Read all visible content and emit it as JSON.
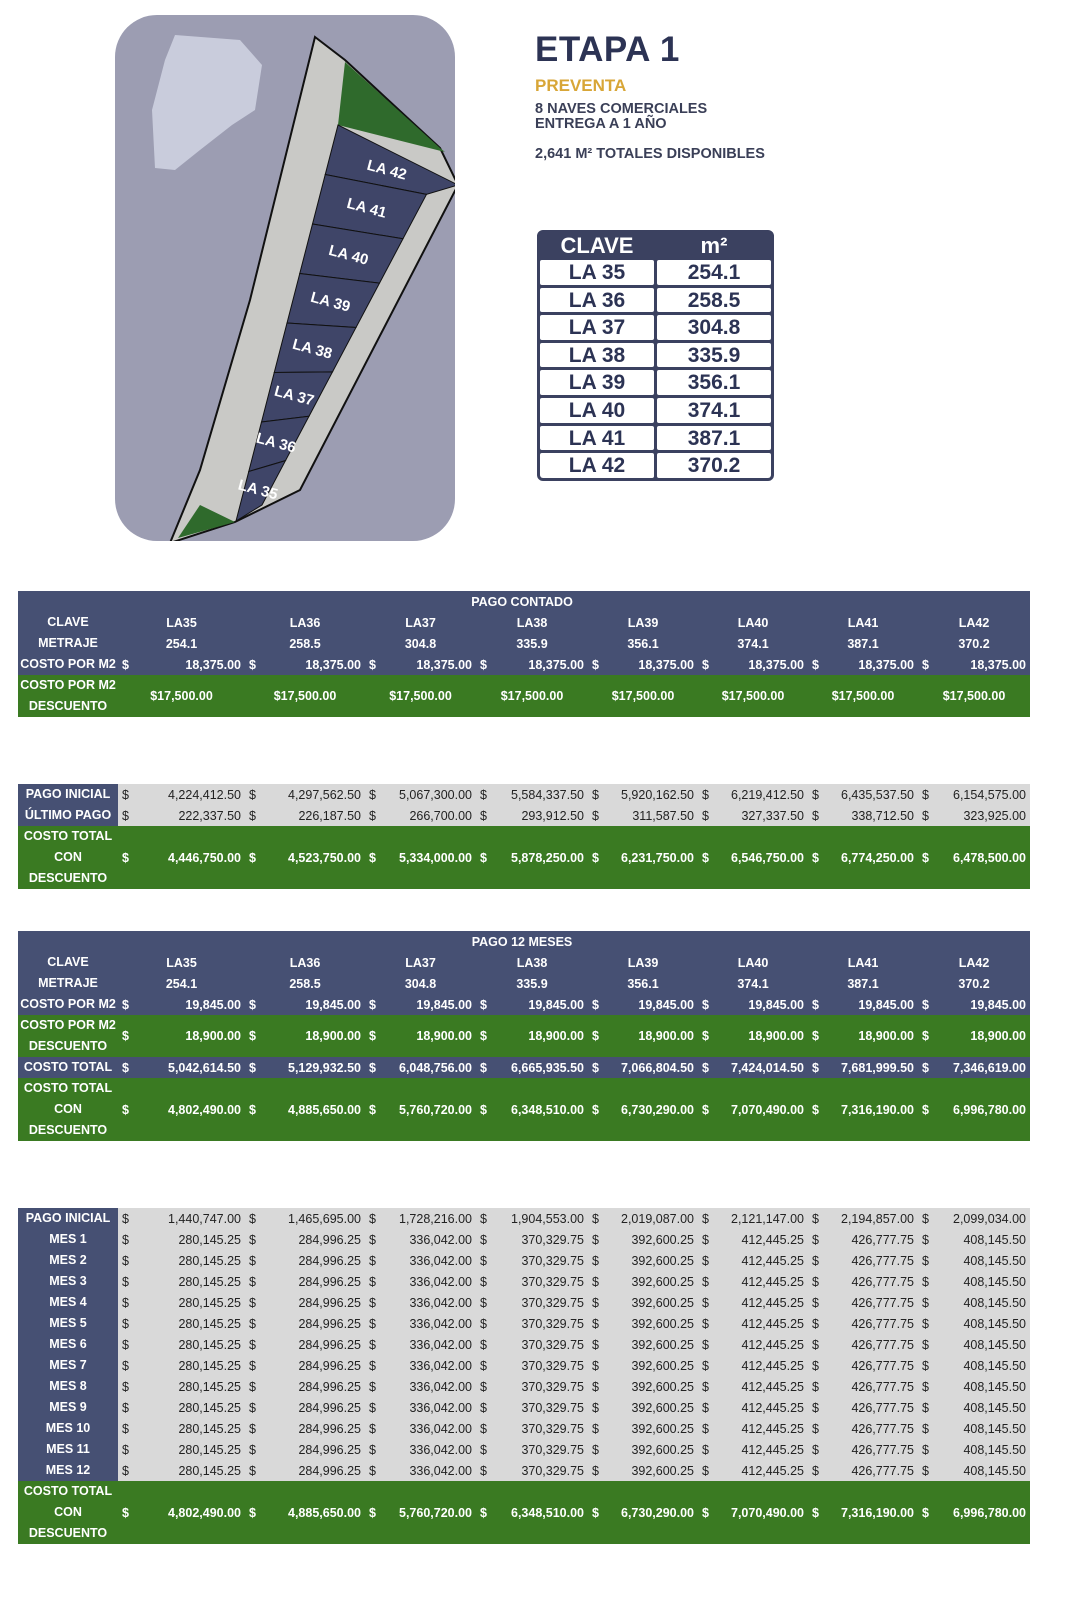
{
  "header": {
    "title": "ETAPA 1",
    "subtitle": "PREVENTA",
    "line1": "8 NAVES COMERCIALES",
    "line2": "ENTREGA A 1 AÑO",
    "total": "2,641 M² TOTALES DISPONIBLES"
  },
  "map": {
    "lots": [
      "LA 42",
      "LA 41",
      "LA 40",
      "LA 39",
      "LA 38",
      "LA 37",
      "LA 36",
      "LA 35"
    ]
  },
  "clave_table": {
    "headers": [
      "CLAVE",
      "m²"
    ],
    "rows": [
      [
        "LA 35",
        "254.1"
      ],
      [
        "LA 36",
        "258.5"
      ],
      [
        "LA 37",
        "304.8"
      ],
      [
        "LA 38",
        "335.9"
      ],
      [
        "LA 39",
        "356.1"
      ],
      [
        "LA 40",
        "374.1"
      ],
      [
        "LA 41",
        "387.1"
      ],
      [
        "LA 42",
        "370.2"
      ]
    ]
  },
  "contado": {
    "title": "PAGO CONTADO",
    "clave_label": "CLAVE",
    "claves": [
      "LA35",
      "LA36",
      "LA37",
      "LA38",
      "LA39",
      "LA40",
      "LA41",
      "LA42"
    ],
    "metraje_label": "METRAJE",
    "metrajes": [
      "254.1",
      "258.5",
      "304.8",
      "335.9",
      "356.1",
      "374.1",
      "387.1",
      "370.2"
    ],
    "costo_label": "COSTO POR M2",
    "costo": [
      "18,375.00",
      "18,375.00",
      "18,375.00",
      "18,375.00",
      "18,375.00",
      "18,375.00",
      "18,375.00",
      "18,375.00"
    ],
    "desc_label": "COSTO POR M2 DESCUENTO",
    "desc": [
      "$17,500.00",
      "$17,500.00",
      "$17,500.00",
      "$17,500.00",
      "$17,500.00",
      "$17,500.00",
      "$17,500.00",
      "$17,500.00"
    ],
    "inicial_label": "PAGO INICIAL",
    "inicial": [
      "4,224,412.50",
      "4,297,562.50",
      "5,067,300.00",
      "5,584,337.50",
      "5,920,162.50",
      "6,219,412.50",
      "6,435,537.50",
      "6,154,575.00"
    ],
    "ultimo_label": "ÚLTIMO PAGO",
    "ultimo": [
      "222,337.50",
      "226,187.50",
      "266,700.00",
      "293,912.50",
      "311,587.50",
      "327,337.50",
      "338,712.50",
      "323,925.00"
    ],
    "total_label": "COSTO TOTAL CON DESCUENTO",
    "total": [
      "4,446,750.00",
      "4,523,750.00",
      "5,334,000.00",
      "5,878,250.00",
      "6,231,750.00",
      "6,546,750.00",
      "6,774,250.00",
      "6,478,500.00"
    ]
  },
  "meses12": {
    "title": "PAGO 12 MESES",
    "clave_label": "CLAVE",
    "claves": [
      "LA35",
      "LA36",
      "LA37",
      "LA38",
      "LA39",
      "LA40",
      "LA41",
      "LA42"
    ],
    "metraje_label": "METRAJE",
    "metrajes": [
      "254.1",
      "258.5",
      "304.8",
      "335.9",
      "356.1",
      "374.1",
      "387.1",
      "370.2"
    ],
    "costo_label": "COSTO POR M2",
    "costo": [
      "19,845.00",
      "19,845.00",
      "19,845.00",
      "19,845.00",
      "19,845.00",
      "19,845.00",
      "19,845.00",
      "19,845.00"
    ],
    "desc_label": "COSTO POR M2 DESCUENTO",
    "desc": [
      "18,900.00",
      "18,900.00",
      "18,900.00",
      "18,900.00",
      "18,900.00",
      "18,900.00",
      "18,900.00",
      "18,900.00"
    ],
    "costo_total_label": "COSTO TOTAL",
    "costo_total": [
      "5,042,614.50",
      "5,129,932.50",
      "6,048,756.00",
      "6,665,935.50",
      "7,066,804.50",
      "7,424,014.50",
      "7,681,999.50",
      "7,346,619.00"
    ],
    "total_desc_label": "COSTO TOTAL CON DESCUENTO",
    "total_desc": [
      "4,802,490.00",
      "4,885,650.00",
      "5,760,720.00",
      "6,348,510.00",
      "6,730,290.00",
      "7,070,490.00",
      "7,316,190.00",
      "6,996,780.00"
    ],
    "inicial_label": "PAGO INICIAL",
    "inicial": [
      "1,440,747.00",
      "1,465,695.00",
      "1,728,216.00",
      "1,904,553.00",
      "2,019,087.00",
      "2,121,147.00",
      "2,194,857.00",
      "2,099,034.00"
    ],
    "mes_labels": [
      "MES 1",
      "MES 2",
      "MES 3",
      "MES 4",
      "MES 5",
      "MES 6",
      "MES 7",
      "MES 8",
      "MES 9",
      "MES 10",
      "MES 11",
      "MES 12"
    ],
    "mes_values": [
      "280,145.25",
      "284,996.25",
      "336,042.00",
      "370,329.75",
      "392,600.25",
      "412,445.25",
      "426,777.75",
      "408,145.50"
    ],
    "final_label": "COSTO TOTAL CON DESCUENTO",
    "final": [
      "4,802,490.00",
      "4,885,650.00",
      "5,760,720.00",
      "6,348,510.00",
      "6,730,290.00",
      "7,070,490.00",
      "7,316,190.00",
      "6,996,780.00"
    ]
  },
  "colors": {
    "navy": "#465073",
    "green": "#3a7a22",
    "gray": "#d9d9d9",
    "gold": "#d8a637"
  }
}
